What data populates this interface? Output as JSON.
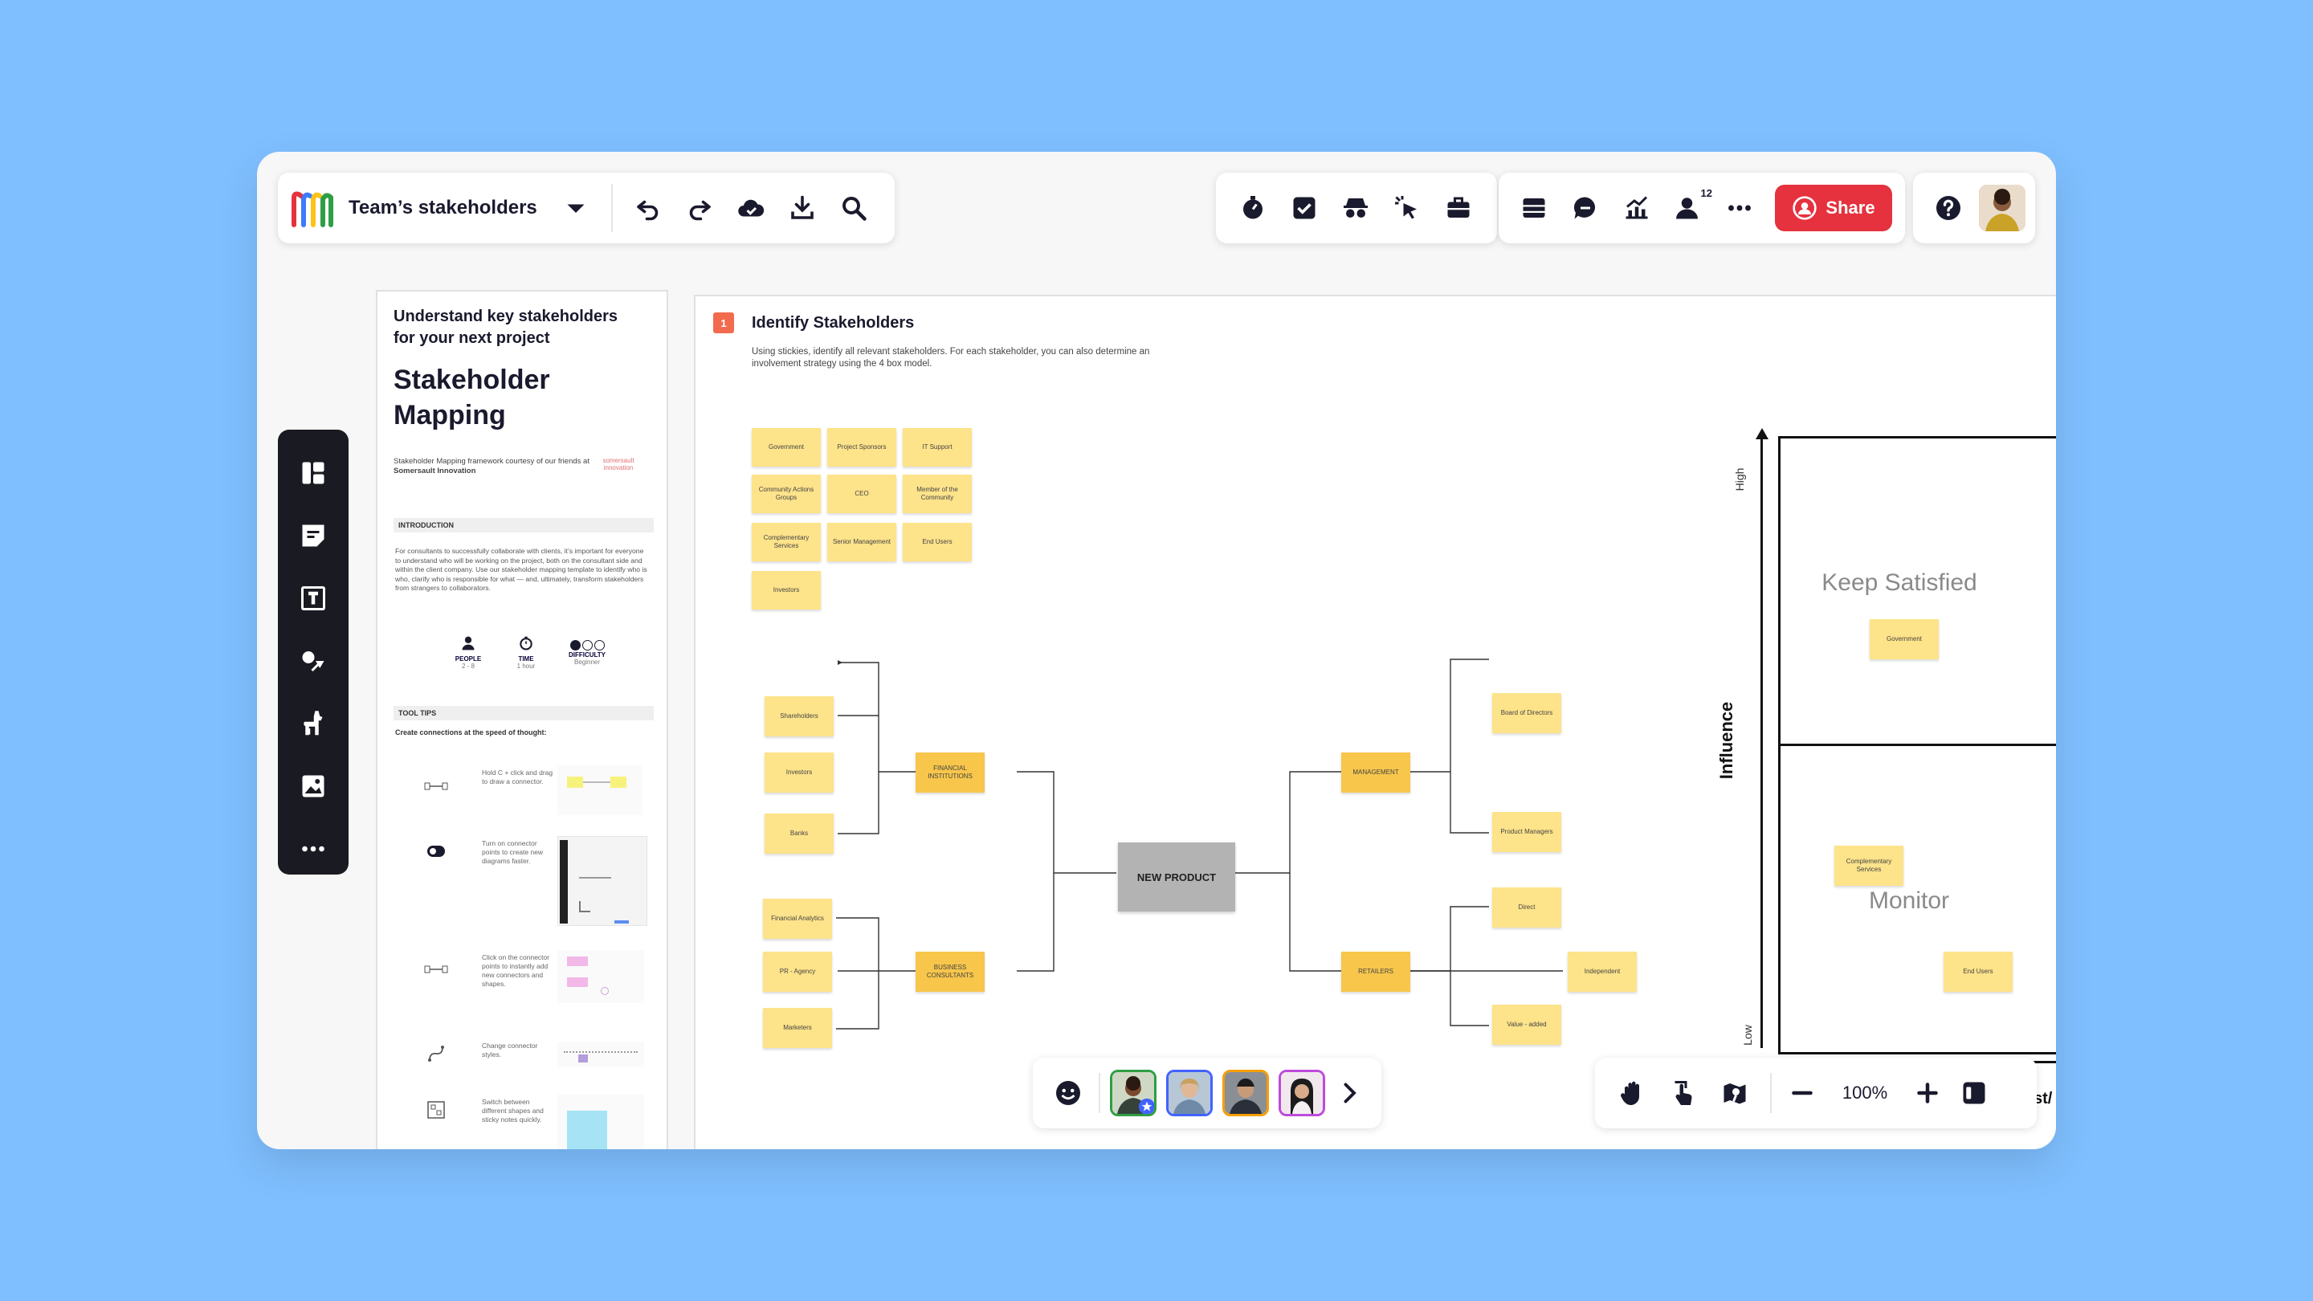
{
  "topbar": {
    "board_title": "Team’s stakeholders",
    "share_label": "Share",
    "collab_count": "12"
  },
  "left_sheet": {
    "kicker": "Understand key stakeholders for your next project",
    "title": "Stakeholder Mapping",
    "credit_prefix": "Stakeholder Mapping framework courtesy of our friends at ",
    "credit_name": "Somersault Innovation",
    "logo_text": "somersault innovation",
    "intro_header": "INTRODUCTION",
    "intro_body": "For consultants to successfully collaborate with clients, it’s important for everyone to understand who will be working on the project, both on the consultant side and within the client company. Use our stakeholder mapping template to identify who is who, clarify who is responsible for what — and, ultimately, transform stakeholders from strangers to collaborators.",
    "stats": [
      {
        "label": "PEOPLE",
        "value": "2 - 8"
      },
      {
        "label": "TIME",
        "value": "1 hour"
      },
      {
        "label": "DIFFICULTY",
        "value": "Beginner"
      }
    ],
    "tips_header": "TOOL TIPS",
    "tips_subheader": "Create connections at the speed of thought:",
    "tips": [
      "Hold C + click and drag to draw a connector.",
      "Turn on connector points to create new diagrams faster.",
      "Click on the connector points to instantly add new connectors and shapes.",
      "Change connector styles.",
      "Switch between different shapes and sticky notes quickly."
    ]
  },
  "board": {
    "step_number": "1",
    "step_title": "Identify Stakeholders",
    "step_desc": "Using stickies, identify all relevant stakeholders. For each stakeholder, you can also determine an involvement strategy using the 4 box model.",
    "grid_stickies": [
      "Government",
      "Project Sponsors",
      "IT Support",
      "Community Actions Groups",
      "CEO",
      "Member of the Community",
      "Complementary Services",
      "Senior Management",
      "End Users",
      "Investors"
    ],
    "center_node": "NEW PRODUCT",
    "tree": {
      "financial": "FINANCIAL INSTITUTIONS",
      "business": "BUSINESS CONSULTANTS",
      "management": "MANAGEMENT",
      "retailers": "RETAILERS",
      "shareholders": "Shareholders",
      "investors": "Investors",
      "banks": "Banks",
      "financial_analytics": "Financial Analytics",
      "pr_agency": "PR - Agency",
      "marketers": "Marketers",
      "board_of_directors": "Board of Directors",
      "product_managers": "Product Managers",
      "direct": "Direct",
      "independent": "Independent",
      "value_added": "Value - added"
    },
    "matrix": {
      "axis_label": "Influence",
      "high": "High",
      "low": "Low",
      "q1": "Keep Satisfied",
      "q2": "Monitor",
      "q1_sticky": "Government",
      "q2_sticky1": "Complementary Services",
      "q2_sticky2": "End Users",
      "x_axis_partial": "st/"
    }
  },
  "zoom": {
    "level": "100%"
  },
  "colors": {
    "accent_red": "#e5323e",
    "sticky": "#fde38a",
    "sticky_dark": "#f7c64b",
    "background": "#7fbfff"
  }
}
